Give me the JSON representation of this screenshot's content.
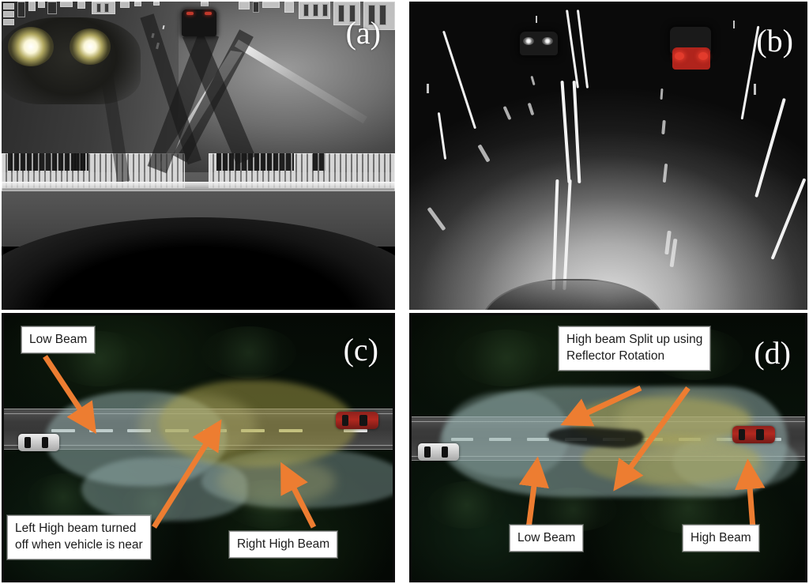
{
  "figure": {
    "panels": [
      {
        "id": "a",
        "letter": "(a)",
        "caption_letter": "(a)",
        "scene": "night urban road, oncoming vehicle with high beams, guardrails, city skyline",
        "labels": []
      },
      {
        "id": "b",
        "letter": "(b)",
        "caption_letter": "(b)",
        "scene": "night curved highway, oncoming vehicle headlights left, preceding vehicle taillights right, vegetation both sides",
        "labels": []
      },
      {
        "id": "c",
        "letter": "(c)",
        "caption_letter": "(c)",
        "scene": "top-down beam pattern diagram, white ego vehicle left, red oncoming vehicle right",
        "labels": [
          {
            "name": "low-beam",
            "text": "Low Beam"
          },
          {
            "name": "left-high-beam-off",
            "text": "Left High beam turned\noff when vehicle is near"
          },
          {
            "name": "right-high-beam",
            "text": "Right High Beam"
          }
        ]
      },
      {
        "id": "d",
        "letter": "(d)",
        "caption_letter": "(d)",
        "scene": "top-down beam pattern diagram with reflector-rotation split high beam",
        "labels": [
          {
            "name": "high-beam-split",
            "text": "High beam Split up using\nReflector Rotation"
          },
          {
            "name": "low-beam",
            "text": "Low Beam"
          },
          {
            "name": "high-beam",
            "text": "High Beam"
          }
        ]
      }
    ]
  },
  "colors": {
    "arrow_orange": "#ED7D31",
    "callout_background": "#FFFFFF",
    "callout_border": "#9D9D9D",
    "callout_text": "#1B1B1B",
    "panel_letter": "#FFFFFF",
    "low_beam_fill": "#97B2B1",
    "high_beam_fill": "#A7A048",
    "road_asphalt": "#3B3B3B",
    "lane_dash": "#E9E9E9",
    "ego_vehicle": "#EFEFEF",
    "other_vehicle": "#B2281F",
    "vegetation_green": "#6F7530",
    "taillight_red": "#E23B2C",
    "headlight_white": "#FFFFFF",
    "figure_background": "#FFFFFF"
  },
  "icons": {
    "arrow": "arrow-icon",
    "ego_car": "car-top-view-icon",
    "other_car": "car-top-view-icon"
  }
}
